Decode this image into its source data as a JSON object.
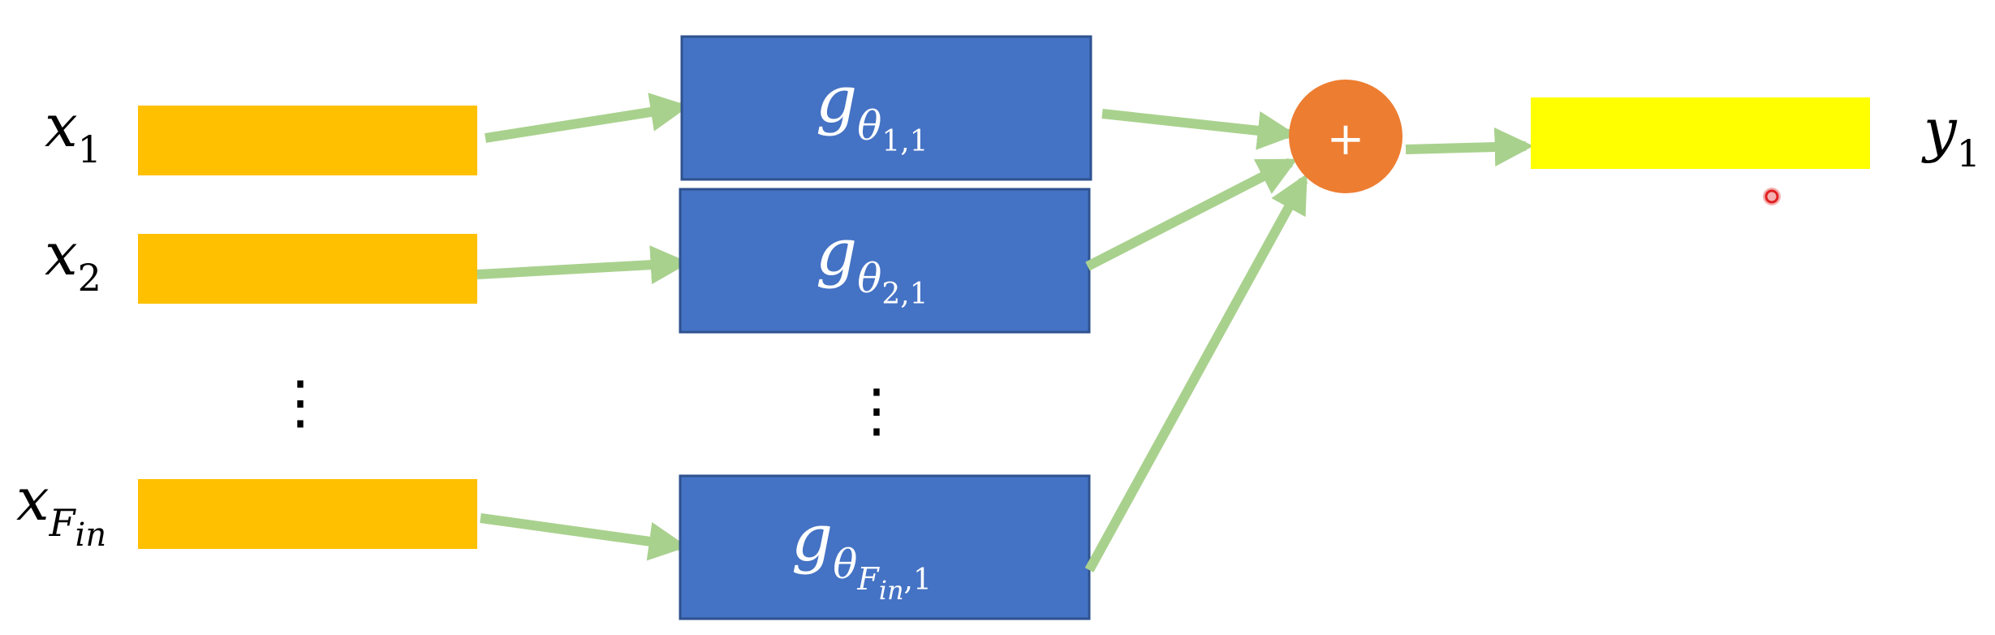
{
  "inputs": [
    {
      "var": "x",
      "sub": "1"
    },
    {
      "var": "x",
      "sub": "2"
    },
    {
      "var": "x",
      "sub": "F",
      "subsub": "in"
    }
  ],
  "functions": [
    {
      "g": "g",
      "theta": "θ",
      "idx": "1,1"
    },
    {
      "g": "g",
      "theta": "θ",
      "idx": "2,1"
    },
    {
      "g": "g",
      "theta": "θ",
      "idx_main": "F",
      "idx_in": "in",
      "idx_rest": ",1"
    }
  ],
  "ellipsis": "⋮",
  "sum_symbol": "+",
  "output": {
    "var": "y",
    "sub": "1"
  },
  "colors": {
    "input_bar": "#FFC000",
    "function_box": "#4472C4",
    "function_box_border": "#2F528F",
    "arrow": "#A9D18E",
    "sum_circle": "#ED7D31",
    "output_bar": "#FFFF00",
    "pointer": "#E02020"
  }
}
